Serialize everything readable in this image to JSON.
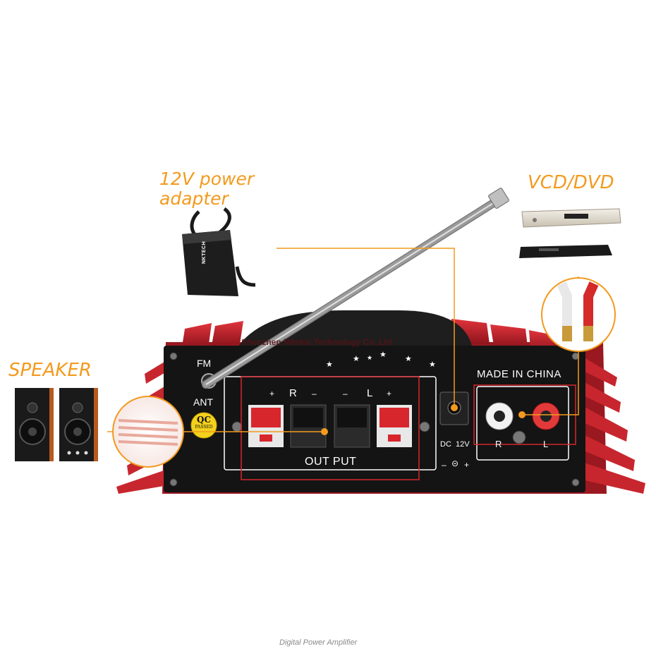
{
  "callouts": {
    "power_adapter_line1": "12V power",
    "power_adapter_line2": "adapter",
    "source": "VCD/DVD",
    "speaker": "SPEAKER"
  },
  "panel": {
    "fm_label": "FM",
    "ant_label": "ANT",
    "qc_top": "QC",
    "qc_bottom": "PASSED",
    "plus_left": "+",
    "r_label": "R",
    "minus_left": "–",
    "minus_right": "–",
    "l_label": "L",
    "plus_right": "+",
    "output_label": "OUT PUT",
    "dc_label": "DC",
    "dc_voltage": "12V",
    "polarity_minus": "–",
    "polarity_plus": "+",
    "made_in": "MADE IN CHINA",
    "rca_r": "R",
    "rca_l": "L",
    "company": "Shenzhen Nitekai Technology Co.,Ltd",
    "adapter_brand": "NKTECH"
  },
  "footer": {
    "caption": "Digital Power Amplifier"
  },
  "colors": {
    "accent_orange": "#f39a1e",
    "chassis_red": "#c21f2a",
    "panel_black": "#141414",
    "highlight_red": "#d5262c"
  }
}
